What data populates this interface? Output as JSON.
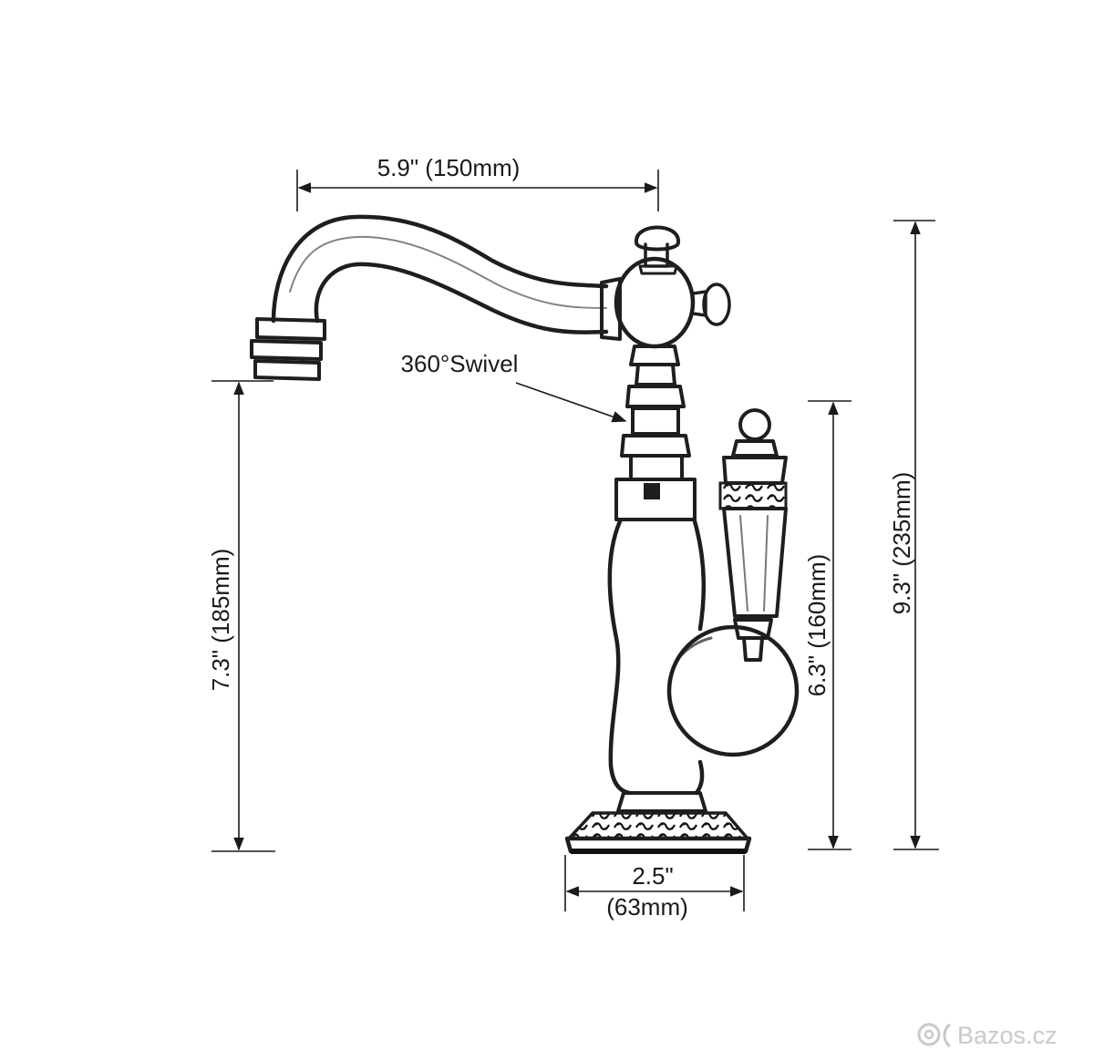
{
  "diagram": {
    "dimensions": {
      "spout_reach": "5.9\" (150mm)",
      "spout_height": "7.3\" (185mm)",
      "handle_height": "6.3\" (160mm)",
      "total_height": "9.3\" (235mm)",
      "base_diameter_in": "2.5\"",
      "base_diameter_mm": "(63mm)"
    },
    "callout": {
      "swivel": "360°Swivel"
    }
  },
  "watermark": {
    "text": "Bazos.cz"
  }
}
